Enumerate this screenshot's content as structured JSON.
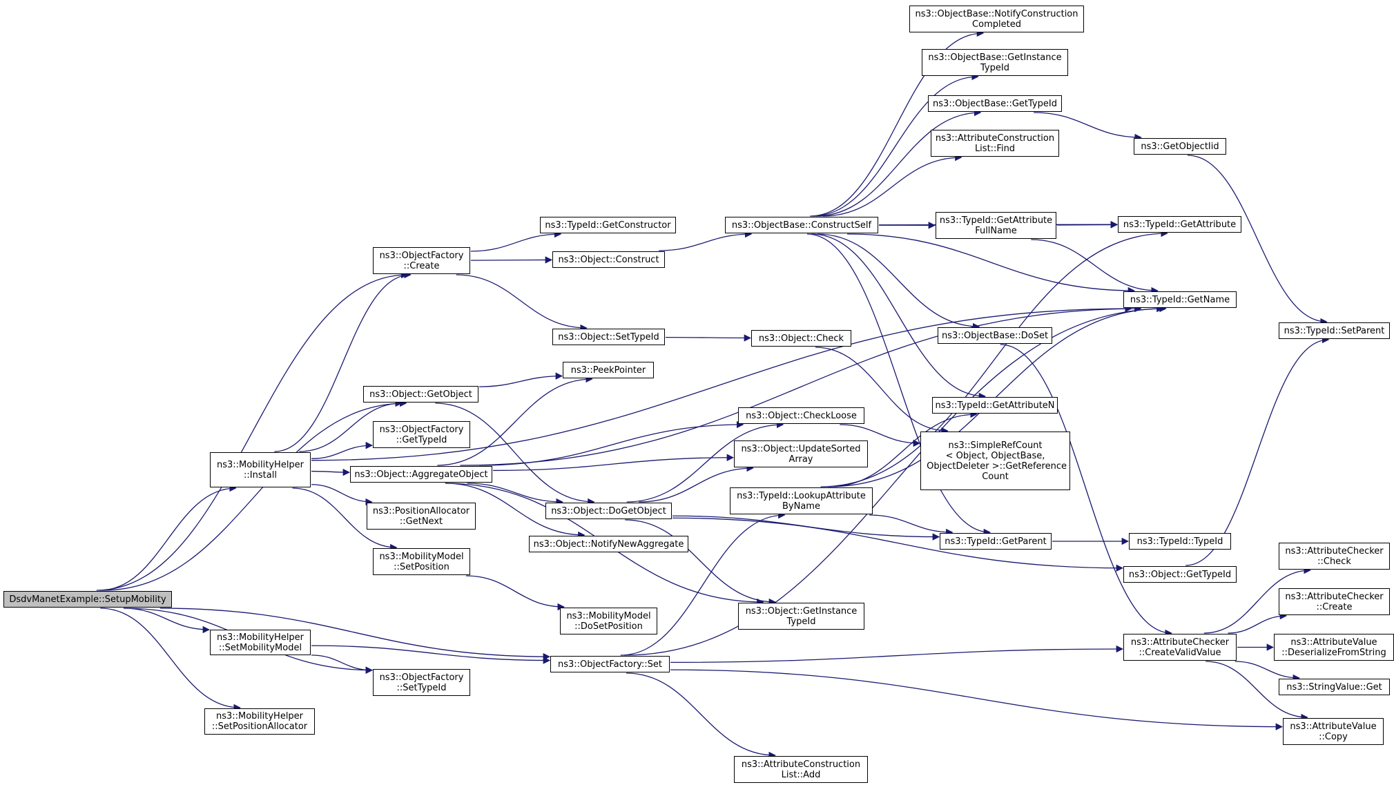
{
  "colors": {
    "edge": "#191970",
    "node_border": "#000000",
    "node_fill": "#ffffff",
    "root_fill": "#bfbfbf"
  },
  "nodes": [
    {
      "id": "setupMobility",
      "label": "DsdvManetExample::SetupMobility",
      "root": true
    },
    {
      "id": "mhInstall",
      "label": "ns3::MobilityHelper\n::Install"
    },
    {
      "id": "mhSetMobilityModel",
      "label": "ns3::MobilityHelper\n::SetMobilityModel"
    },
    {
      "id": "mhSetPosAlloc",
      "label": "ns3::MobilityHelper\n::SetPositionAllocator"
    },
    {
      "id": "ofCreate",
      "label": "ns3::ObjectFactory\n::Create"
    },
    {
      "id": "objGetObject",
      "label": "ns3::Object::GetObject"
    },
    {
      "id": "ofGetTypeId",
      "label": "ns3::ObjectFactory\n::GetTypeId"
    },
    {
      "id": "objAggregate",
      "label": "ns3::Object::AggregateObject"
    },
    {
      "id": "paGetNext",
      "label": "ns3::PositionAllocator\n::GetNext"
    },
    {
      "id": "mmSetPosition",
      "label": "ns3::MobilityModel\n::SetPosition"
    },
    {
      "id": "ofSetTypeId",
      "label": "ns3::ObjectFactory\n::SetTypeId"
    },
    {
      "id": "tidGetConstructor",
      "label": "ns3::TypeId::GetConstructor"
    },
    {
      "id": "objConstruct",
      "label": "ns3::Object::Construct"
    },
    {
      "id": "objSetTypeId",
      "label": "ns3::Object::SetTypeId"
    },
    {
      "id": "peekPointer",
      "label": "ns3::PeekPointer"
    },
    {
      "id": "objDoGetObject",
      "label": "ns3::Object::DoGetObject"
    },
    {
      "id": "objNotifyNewAgg",
      "label": "ns3::Object::NotifyNewAggregate"
    },
    {
      "id": "mmDoSetPosition",
      "label": "ns3::MobilityModel\n::DoSetPosition"
    },
    {
      "id": "ofSet",
      "label": "ns3::ObjectFactory::Set"
    },
    {
      "id": "obConstructSelf",
      "label": "ns3::ObjectBase::ConstructSelf"
    },
    {
      "id": "objCheck",
      "label": "ns3::Object::Check"
    },
    {
      "id": "objCheckLoose",
      "label": "ns3::Object::CheckLoose"
    },
    {
      "id": "objUpdateSorted",
      "label": "ns3::Object::UpdateSorted\nArray"
    },
    {
      "id": "tidLookupAttr",
      "label": "ns3::TypeId::LookupAttribute\nByName"
    },
    {
      "id": "objGetInstanceTypeId",
      "label": "ns3::Object::GetInstance\nTypeId"
    },
    {
      "id": "aclAdd",
      "label": "ns3::AttributeConstruction\nList::Add"
    },
    {
      "id": "obNotifyConstruction",
      "label": "ns3::ObjectBase::NotifyConstruction\nCompleted"
    },
    {
      "id": "obGetInstanceTypeId",
      "label": "ns3::ObjectBase::GetInstance\nTypeId"
    },
    {
      "id": "obGetTypeId",
      "label": "ns3::ObjectBase::GetTypeId"
    },
    {
      "id": "aclFind",
      "label": "ns3::AttributeConstruction\nList::Find"
    },
    {
      "id": "tidGetAttrFullName",
      "label": "ns3::TypeId::GetAttribute\nFullName"
    },
    {
      "id": "obDoSet",
      "label": "ns3::ObjectBase::DoSet"
    },
    {
      "id": "tidGetAttributeN",
      "label": "ns3::TypeId::GetAttributeN"
    },
    {
      "id": "simpleRefCount",
      "label": "ns3::SimpleRefCount\n< Object, ObjectBase,\n ObjectDeleter >::GetReference\nCount"
    },
    {
      "id": "tidGetParent",
      "label": "ns3::TypeId::GetParent"
    },
    {
      "id": "objGetTypeId",
      "label": "ns3::Object::GetTypeId"
    },
    {
      "id": "acCreateValid",
      "label": "ns3::AttributeChecker\n::CreateValidValue"
    },
    {
      "id": "getObjectIid",
      "label": "ns3::GetObjectIid"
    },
    {
      "id": "tidGetAttribute",
      "label": "ns3::TypeId::GetAttribute"
    },
    {
      "id": "tidGetName",
      "label": "ns3::TypeId::GetName"
    },
    {
      "id": "tidTypeId",
      "label": "ns3::TypeId::TypeId"
    },
    {
      "id": "tidSetParent",
      "label": "ns3::TypeId::SetParent"
    },
    {
      "id": "acCheck",
      "label": "ns3::AttributeChecker\n::Check"
    },
    {
      "id": "acCreate",
      "label": "ns3::AttributeChecker\n::Create"
    },
    {
      "id": "avDeserialize",
      "label": "ns3::AttributeValue\n::DeserializeFromString"
    },
    {
      "id": "svGet",
      "label": "ns3::StringValue::Get"
    },
    {
      "id": "avCopy",
      "label": "ns3::AttributeValue\n::Copy"
    }
  ],
  "edges": [
    [
      "setupMobility",
      "mhInstall"
    ],
    [
      "setupMobility",
      "ofCreate"
    ],
    [
      "setupMobility",
      "objGetObject"
    ],
    [
      "setupMobility",
      "mhSetMobilityModel"
    ],
    [
      "setupMobility",
      "ofSetTypeId"
    ],
    [
      "setupMobility",
      "mhSetPosAlloc"
    ],
    [
      "setupMobility",
      "ofSet"
    ],
    [
      "mhInstall",
      "ofCreate"
    ],
    [
      "mhInstall",
      "objGetObject"
    ],
    [
      "mhInstall",
      "ofGetTypeId"
    ],
    [
      "mhInstall",
      "objAggregate"
    ],
    [
      "mhInstall",
      "paGetNext"
    ],
    [
      "mhInstall",
      "mmSetPosition"
    ],
    [
      "mhInstall",
      "tidGetName"
    ],
    [
      "mhSetMobilityModel",
      "ofSetTypeId"
    ],
    [
      "mhSetMobilityModel",
      "ofSet"
    ],
    [
      "ofCreate",
      "tidGetConstructor"
    ],
    [
      "ofCreate",
      "objConstruct"
    ],
    [
      "ofCreate",
      "objSetTypeId"
    ],
    [
      "objGetObject",
      "peekPointer"
    ],
    [
      "objGetObject",
      "objDoGetObject"
    ],
    [
      "objAggregate",
      "peekPointer"
    ],
    [
      "objAggregate",
      "objCheckLoose"
    ],
    [
      "objAggregate",
      "objUpdateSorted"
    ],
    [
      "objAggregate",
      "objDoGetObject"
    ],
    [
      "objAggregate",
      "objNotifyNewAgg"
    ],
    [
      "objAggregate",
      "objGetInstanceTypeId"
    ],
    [
      "objAggregate",
      "tidGetName"
    ],
    [
      "mmSetPosition",
      "mmDoSetPosition"
    ],
    [
      "objConstruct",
      "obConstructSelf"
    ],
    [
      "objSetTypeId",
      "objCheck"
    ],
    [
      "objDoGetObject",
      "objCheckLoose"
    ],
    [
      "objDoGetObject",
      "objUpdateSorted"
    ],
    [
      "objDoGetObject",
      "objGetInstanceTypeId"
    ],
    [
      "objDoGetObject",
      "tidGetParent"
    ],
    [
      "objDoGetObject",
      "objGetTypeId"
    ],
    [
      "ofSet",
      "tidLookupAttr"
    ],
    [
      "ofSet",
      "aclAdd"
    ],
    [
      "ofSet",
      "acCreateValid"
    ],
    [
      "ofSet",
      "tidGetName"
    ],
    [
      "ofSet",
      "avCopy"
    ],
    [
      "obConstructSelf",
      "obNotifyConstruction"
    ],
    [
      "obConstructSelf",
      "obGetInstanceTypeId"
    ],
    [
      "obConstructSelf",
      "obGetTypeId"
    ],
    [
      "obConstructSelf",
      "aclFind"
    ],
    [
      "obConstructSelf",
      "tidGetAttrFullName"
    ],
    [
      "obConstructSelf",
      "tidGetAttribute"
    ],
    [
      "obConstructSelf",
      "tidGetName"
    ],
    [
      "obConstructSelf",
      "obDoSet"
    ],
    [
      "obConstructSelf",
      "tidGetAttributeN"
    ],
    [
      "obConstructSelf",
      "tidGetParent"
    ],
    [
      "objCheck",
      "simpleRefCount"
    ],
    [
      "objCheckLoose",
      "simpleRefCount"
    ],
    [
      "tidLookupAttr",
      "tidGetAttributeN"
    ],
    [
      "tidLookupAttr",
      "tidGetAttribute"
    ],
    [
      "tidLookupAttr",
      "tidGetParent"
    ],
    [
      "tidLookupAttr",
      "tidGetName"
    ],
    [
      "obGetTypeId",
      "getObjectIid"
    ],
    [
      "getObjectIid",
      "tidSetParent"
    ],
    [
      "tidGetAttrFullName",
      "tidGetAttribute"
    ],
    [
      "tidGetAttrFullName",
      "tidGetName"
    ],
    [
      "obDoSet",
      "acCreateValid"
    ],
    [
      "tidGetParent",
      "tidTypeId"
    ],
    [
      "objGetTypeId",
      "tidSetParent"
    ],
    [
      "acCreateValid",
      "acCheck"
    ],
    [
      "acCreateValid",
      "acCreate"
    ],
    [
      "acCreateValid",
      "avDeserialize"
    ],
    [
      "acCreateValid",
      "svGet"
    ],
    [
      "acCreateValid",
      "avCopy"
    ]
  ]
}
